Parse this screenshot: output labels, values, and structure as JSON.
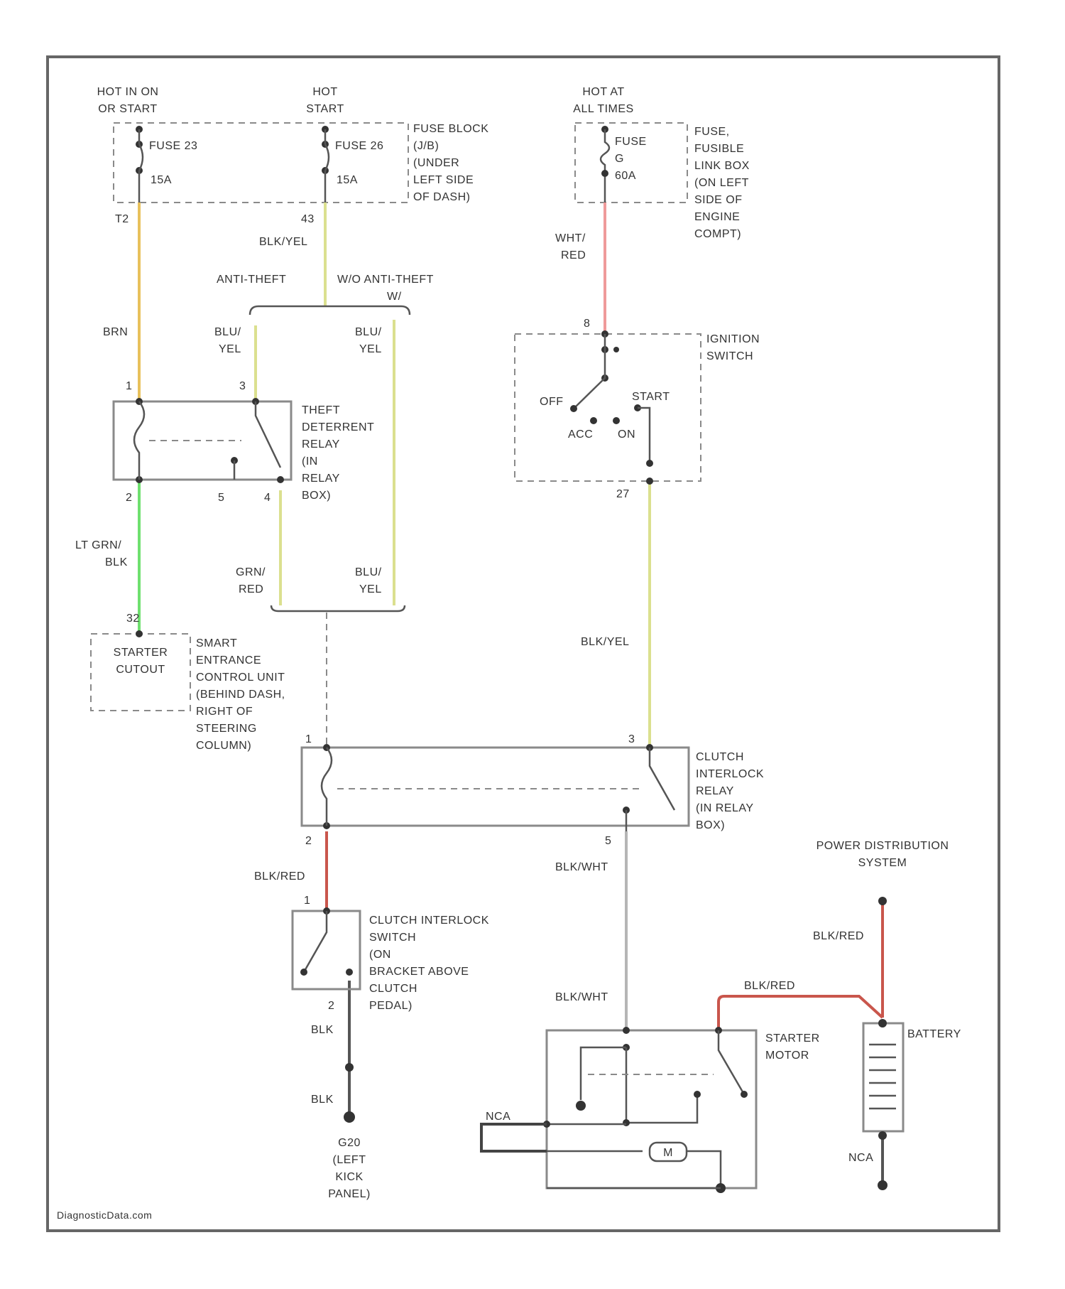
{
  "footer": {
    "watermark": "DiagnosticData.com"
  },
  "colors": {
    "brn": "#e8c15c",
    "blu_yel": "#dbe08f",
    "lt_grn_blk": "#6fe06f",
    "wht_red": "#ef9a9a",
    "blk_red": "#c9564c",
    "blk_wht": "#b5b5b5",
    "blk": "#555555",
    "frame": "#666666"
  },
  "power": {
    "hot_run_start": [
      "HOT IN ON",
      "OR START"
    ],
    "hot_start": [
      "HOT",
      "START"
    ],
    "hot_all_times": [
      "HOT AT",
      "ALL TIMES"
    ]
  },
  "fuse_block": {
    "fuse_a_name": "FUSE 23",
    "fuse_a_rating": "15A",
    "fuse_a_pin": "T2",
    "fuse_b_name": "FUSE 26",
    "fuse_b_rating": "15A",
    "fuse_b_pin": "43",
    "label": [
      "FUSE BLOCK",
      "(J/B)",
      "(UNDER",
      "LEFT SIDE",
      "OF DASH)"
    ]
  },
  "fusible_link": {
    "fuse_name": "FUSE",
    "fuse_letter": "G",
    "fuse_rating": "60A",
    "label": [
      "FUSE,",
      "FUSIBLE",
      "LINK BOX",
      "(ON LEFT",
      "SIDE OF",
      "ENGINE",
      "COMPT)"
    ]
  },
  "wires": {
    "brn": "BRN",
    "blu_yel_main": "BLK/YEL",
    "blu_yel_stack": [
      "BLU/",
      "YEL"
    ],
    "blu_yel_stack_2": [
      "BLU/",
      "YEL"
    ],
    "blu_yel_stack_3": [
      "BLU/",
      "YEL"
    ],
    "lt_grn_blk": [
      "LT GRN/",
      "BLK"
    ],
    "grn_red": [
      "GRN/",
      "RED"
    ],
    "wht_red": [
      "WHT/",
      "RED"
    ],
    "blk_yel_2": "BLK/YEL",
    "blk_red_1": "BLK/RED",
    "blk_wht_1": "BLK/WHT",
    "blk_wht_2": "BLK/WHT",
    "blk_1": "BLK",
    "blk_2": "BLK",
    "blk_red_batt": "BLK/RED",
    "blk_red_starter": "BLK/RED"
  },
  "branches": {
    "anti_theft": "ANTI-THEFT",
    "without_anti_theft": [
      "W/O ANTI-THEFT",
      "W/"
    ]
  },
  "theft_relay": {
    "pins": [
      "1",
      "3",
      "2",
      "5",
      "4"
    ],
    "label": [
      "THEFT",
      "DETERRENT",
      "RELAY",
      "(IN",
      "RELAY",
      "BOX)"
    ]
  },
  "smart_entrance": {
    "pin": "32",
    "box_text": [
      "STARTER",
      "CUTOUT"
    ],
    "label": [
      "SMART",
      "ENTRANCE",
      "CONTROL UNIT",
      "(BEHIND DASH,",
      "RIGHT OF",
      "STEERING",
      "COLUMN)"
    ]
  },
  "ignition_switch": {
    "pin_in": "8",
    "pin_out": "27",
    "positions": [
      "OFF",
      "ACC",
      "ON",
      "START"
    ],
    "label": [
      "IGNITION",
      "SWITCH"
    ]
  },
  "clutch_relay": {
    "pins": [
      "1",
      "3",
      "2",
      "5"
    ],
    "label": [
      "CLUTCH",
      "INTERLOCK",
      "RELAY",
      "(IN RELAY",
      "BOX)"
    ]
  },
  "clutch_switch": {
    "pins": [
      "1",
      "2"
    ],
    "label": [
      "CLUTCH INTERLOCK",
      "SWITCH",
      "(ON",
      "BRACKET ABOVE",
      "CLUTCH",
      "PEDAL)"
    ]
  },
  "ground": {
    "label": [
      "G20",
      "(LEFT",
      "KICK",
      "PANEL)"
    ]
  },
  "starter": {
    "label": [
      "STARTER",
      "MOTOR"
    ],
    "motor": "M",
    "nca": "NCA"
  },
  "battery": {
    "label": "BATTERY",
    "nca": "NCA"
  },
  "power_distribution": {
    "label": [
      "POWER DISTRIBUTION",
      "SYSTEM"
    ]
  }
}
